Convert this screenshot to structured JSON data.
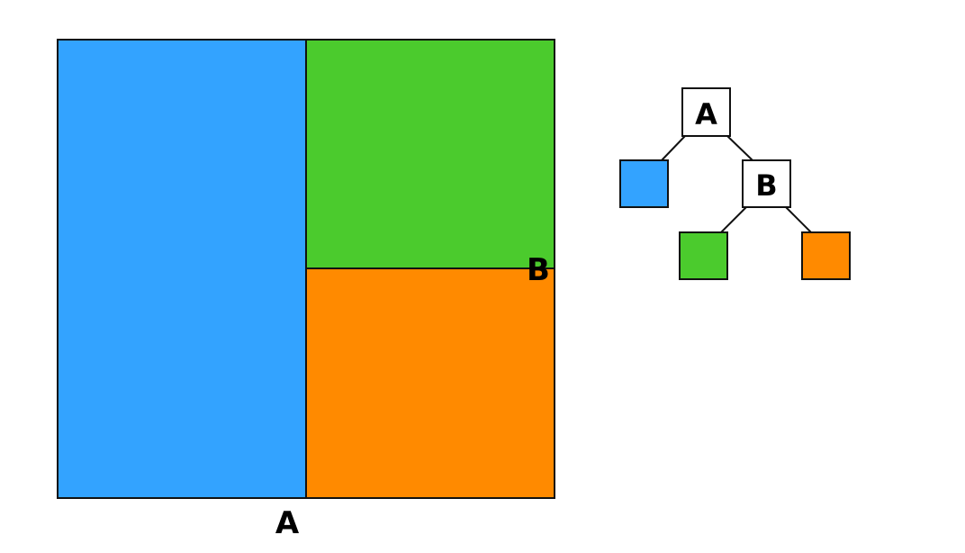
{
  "colors": {
    "background": "#ffffff",
    "region_left": "#33a3ff",
    "region_top_right": "#4bcb2d",
    "region_bottom_right": "#ff8a00",
    "stroke": "#111111",
    "node_fill": "#ffffff"
  },
  "partition": {
    "split_a_label": "A",
    "split_b_label": "B",
    "regions": [
      {
        "name": "left",
        "color_key": "region_left"
      },
      {
        "name": "top-right",
        "color_key": "region_top_right"
      },
      {
        "name": "bottom-right",
        "color_key": "region_bottom_right"
      }
    ]
  },
  "tree": {
    "root_label": "A",
    "inner_label": "B",
    "leaves": [
      {
        "name": "left",
        "color_key": "region_left"
      },
      {
        "name": "top-right",
        "color_key": "region_top_right"
      },
      {
        "name": "bottom-right",
        "color_key": "region_bottom_right"
      }
    ]
  }
}
